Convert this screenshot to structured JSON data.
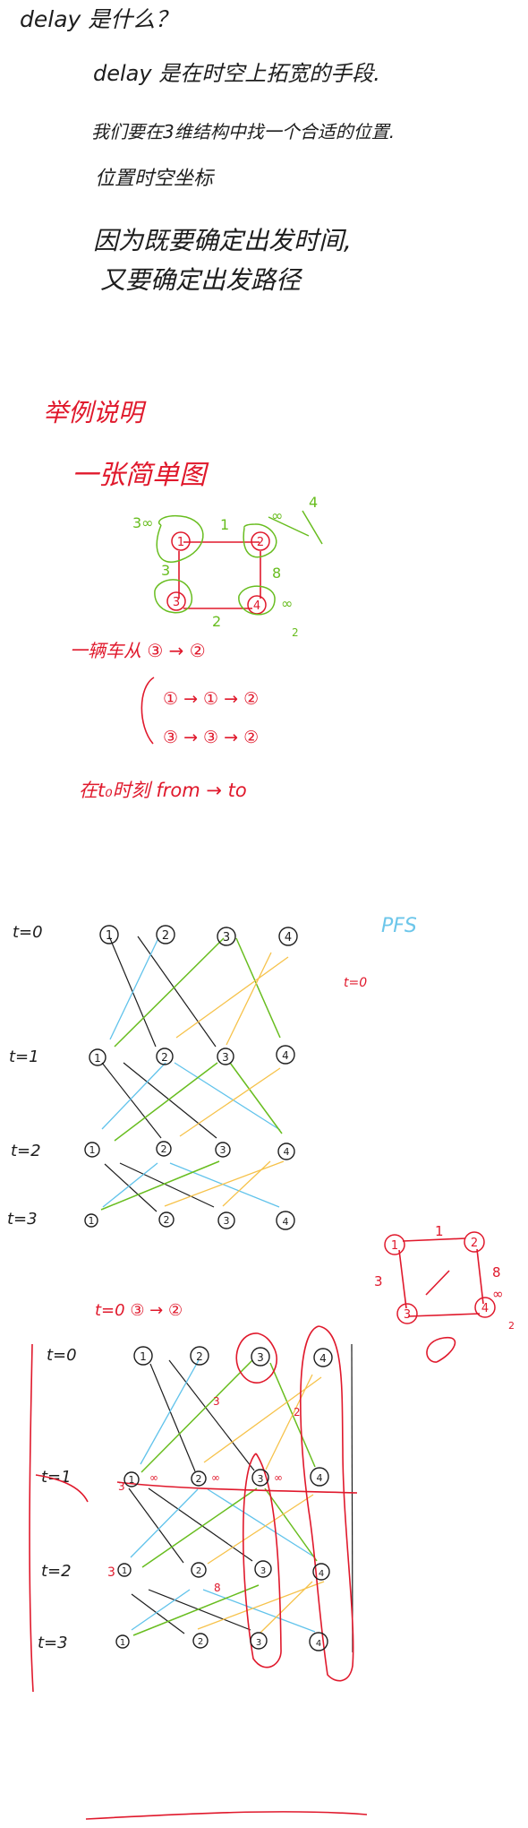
{
  "notes": {
    "title": "delay 是什么？",
    "line1": "delay 是在时空上拓宽的手段.",
    "line2": "我们要在3维结构中找一个合适的位置.",
    "line3": "位置时空坐标",
    "line4": "因为既要确定出发时间,",
    "line5": "又要确定出发路径"
  },
  "example": {
    "heading": "举例说明",
    "subheading": "一张简单图",
    "edge_labels": {
      "top": "1",
      "left": "3",
      "right": "8",
      "bottom": "2",
      "left_inf": "3∞",
      "right_inf": "∞",
      "extra_4": "4",
      "bottom_inf": "∞",
      "bottom_small": "2"
    },
    "nodes": {
      "n1": "1",
      "n2": "2",
      "n3": "3",
      "n4": "4"
    },
    "car_line": "一辆车从 ③ → ②",
    "route1": "① → ① → ②",
    "route2": "③ → ③ → ②",
    "from_to": "在t₀时刻 from → to"
  },
  "time_graph_1": {
    "time_labels": [
      "t=0",
      "t=1",
      "t=2",
      "t=3"
    ],
    "nodes": [
      "1",
      "2",
      "3",
      "4"
    ],
    "side_note_1": "PFS",
    "side_note_2": "t=0"
  },
  "mini_graph": {
    "nodes": [
      "1",
      "2",
      "3",
      "4"
    ],
    "labels": {
      "top": "1",
      "left": "3",
      "right": "8",
      "right_inf": "∞",
      "right_small": "2"
    }
  },
  "time_graph_2": {
    "heading": "t=0 ③ → ②",
    "time_labels": [
      "t=0",
      "t=1",
      "t=2",
      "t=3"
    ],
    "nodes": [
      "1",
      "2",
      "3",
      "4"
    ],
    "annotations": {
      "left_t1": "3",
      "left_t2": "3",
      "mid_inf_1": "∞",
      "mid_inf_2": "∞",
      "mid_inf_3": "∞",
      "mid_8": "8",
      "mid_3": "3",
      "mid_2": "2"
    }
  }
}
